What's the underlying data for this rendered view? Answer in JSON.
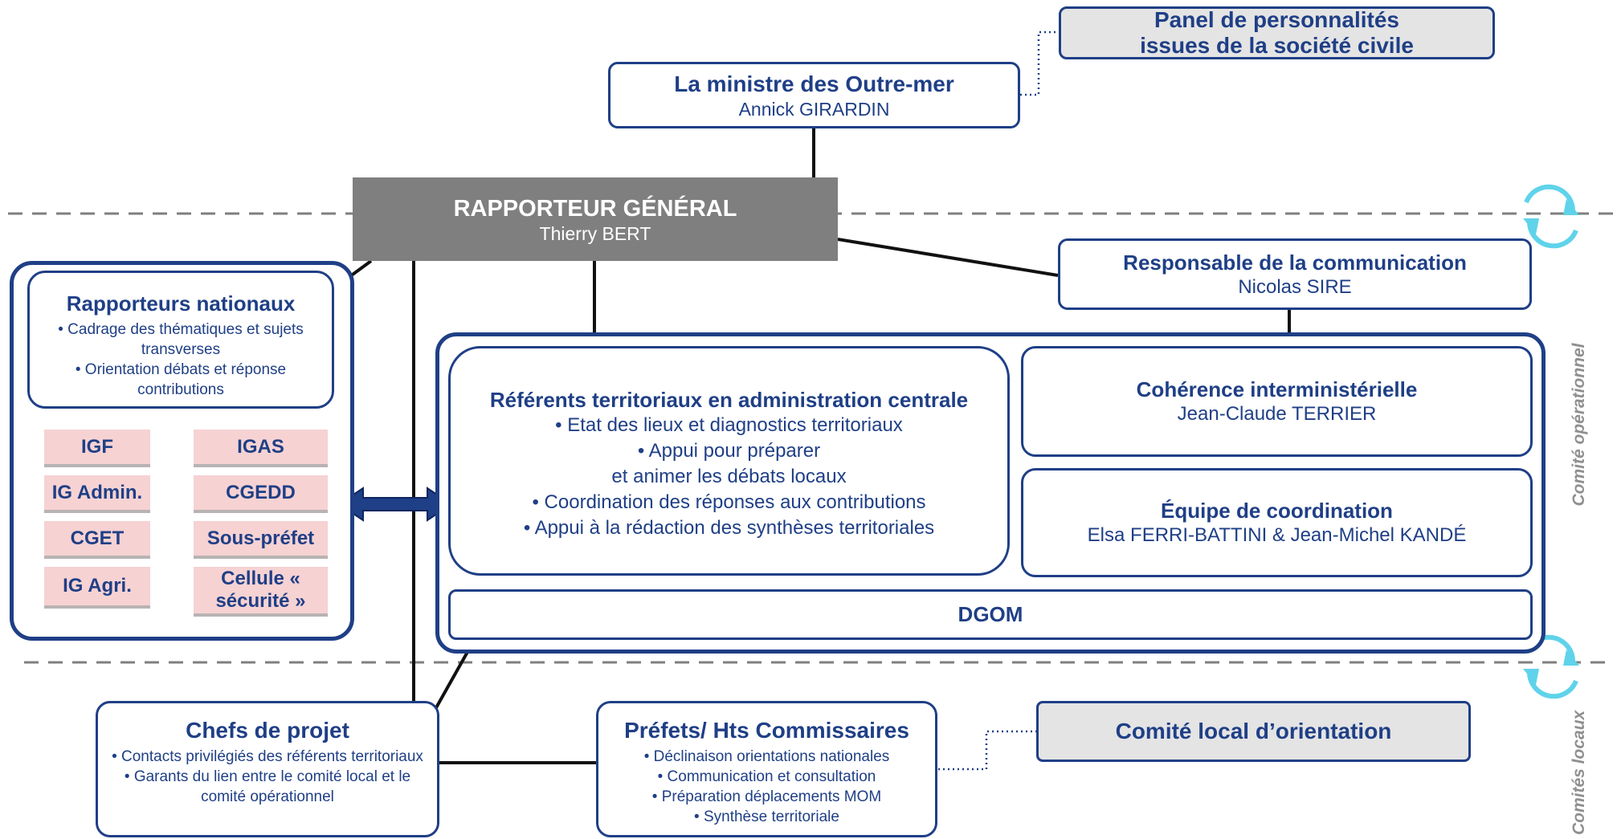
{
  "panel": {
    "line1": "Panel de personnalités",
    "line2": "issues de la société civile"
  },
  "ministre": {
    "title": "La ministre des Outre-mer",
    "name": "Annick GIRARDIN"
  },
  "rapporteur_general": {
    "title": "RAPPORTEUR GÉNÉRAL",
    "name": "Thierry BERT"
  },
  "communication": {
    "title": "Responsable de la communication",
    "name": "Nicolas SIRE"
  },
  "rapporteurs_nationaux": {
    "title": "Rapporteurs nationaux",
    "bullets": [
      "Cadrage des thématiques et sujets transverses",
      "Orientation débats et réponse contributions"
    ],
    "inspections": [
      "IGF",
      "IGAS",
      "IG Admin.",
      "CGEDD",
      "CGET",
      "Sous-préfet",
      "IG Agri.",
      "Cellule « sécurité »"
    ]
  },
  "referents": {
    "title": "Référents territoriaux en administration centrale",
    "bullets": [
      "Etat des lieux et diagnostics territoriaux",
      "Appui pour préparer",
      "et animer les débats locaux",
      "Coordination des réponses aux contributions",
      "Appui à la rédaction des synthèses territoriales"
    ]
  },
  "coherence": {
    "title": "Cohérence interministérielle",
    "name": "Jean-Claude TERRIER"
  },
  "equipe": {
    "title": "Équipe de coordination",
    "name": "Elsa FERRI-BATTINI & Jean-Michel KANDÉ"
  },
  "dgom": {
    "label": "DGOM"
  },
  "chefs_projet": {
    "title": "Chefs de projet",
    "bullets": [
      "Contacts privilégiés des référents territoriaux",
      "Garants du lien entre le comité local et le comité opérationnel"
    ]
  },
  "prefets": {
    "title": "Préfets/ Hts Commissaires",
    "bullets": [
      "Déclinaison orientations nationales",
      "Communication et consultation",
      "Préparation déplacements MOM",
      "Synthèse territoriale"
    ]
  },
  "comite_local": {
    "label": "Comité local d’orientation"
  },
  "side_labels": {
    "operationnel": "Comité opérationnel",
    "locaux": "Comités locaux"
  },
  "colors": {
    "navy": "#1f3f86",
    "grey_box": "#7f7f7f",
    "pink": "#f6d2d3",
    "cyan": "#5fd3ea",
    "dash": "#7f7f7f"
  }
}
